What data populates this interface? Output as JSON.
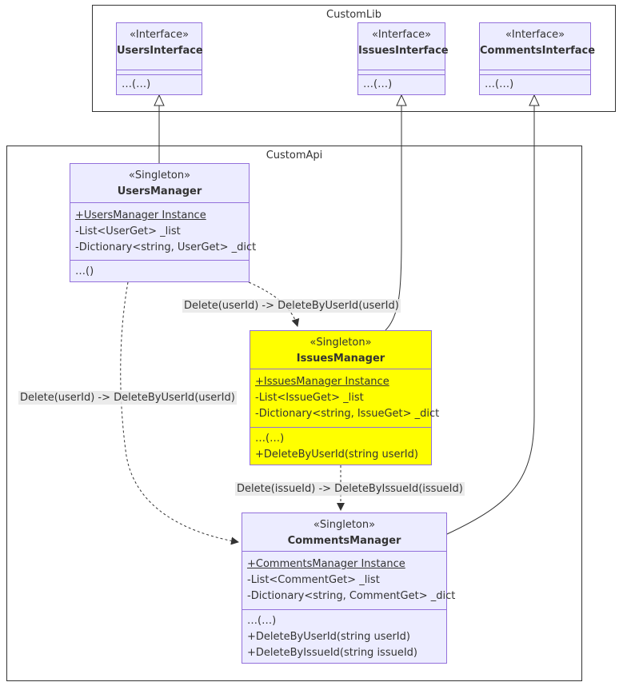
{
  "clusters": {
    "lib": "CustomLib",
    "api": "CustomApi"
  },
  "classes": {
    "users_interface": {
      "stereotype": "«Interface»",
      "name": "UsersInterface",
      "methods": [
        "…(…)"
      ]
    },
    "issues_interface": {
      "stereotype": "«Interface»",
      "name": "IssuesInterface",
      "methods": [
        "…(…)"
      ]
    },
    "comments_interface": {
      "stereotype": "«Interface»",
      "name": "CommentsInterface",
      "methods": [
        "…(…)"
      ]
    },
    "users_manager": {
      "stereotype": "«Singleton»",
      "name": "UsersManager",
      "fields": [
        "+UsersManager Instance",
        "-List<UserGet> _list",
        "-Dictionary<string, UserGet> _dict"
      ],
      "methods": [
        "…()"
      ]
    },
    "issues_manager": {
      "stereotype": "«Singleton»",
      "name": "IssuesManager",
      "fields": [
        "+IssuesManager Instance",
        "-List<IssueGet> _list",
        "-Dictionary<string, IssueGet> _dict"
      ],
      "methods": [
        "…(…)",
        "+DeleteByUserId(string userId)"
      ]
    },
    "comments_manager": {
      "stereotype": "«Singleton»",
      "name": "CommentsManager",
      "fields": [
        "+CommentsManager Instance",
        "-List<CommentGet> _list",
        "-Dictionary<string, CommentGet> _dict"
      ],
      "methods": [
        "…(…)",
        "+DeleteByUserId(string userId)",
        "+DeleteByIssueId(string issueId)"
      ]
    }
  },
  "edge_labels": {
    "users_to_issues": "Delete(userId) -> DeleteByUserId(userId)",
    "users_to_comments": "Delete(userId) -> DeleteByUserId(userId)",
    "issues_to_comments": "Delete(issueId) -> DeleteByIssueId(issueId)"
  },
  "colors": {
    "class_fill": "#ececff",
    "class_border": "#9370db",
    "highlight_fill": "#ffff00",
    "line": "#333333"
  }
}
